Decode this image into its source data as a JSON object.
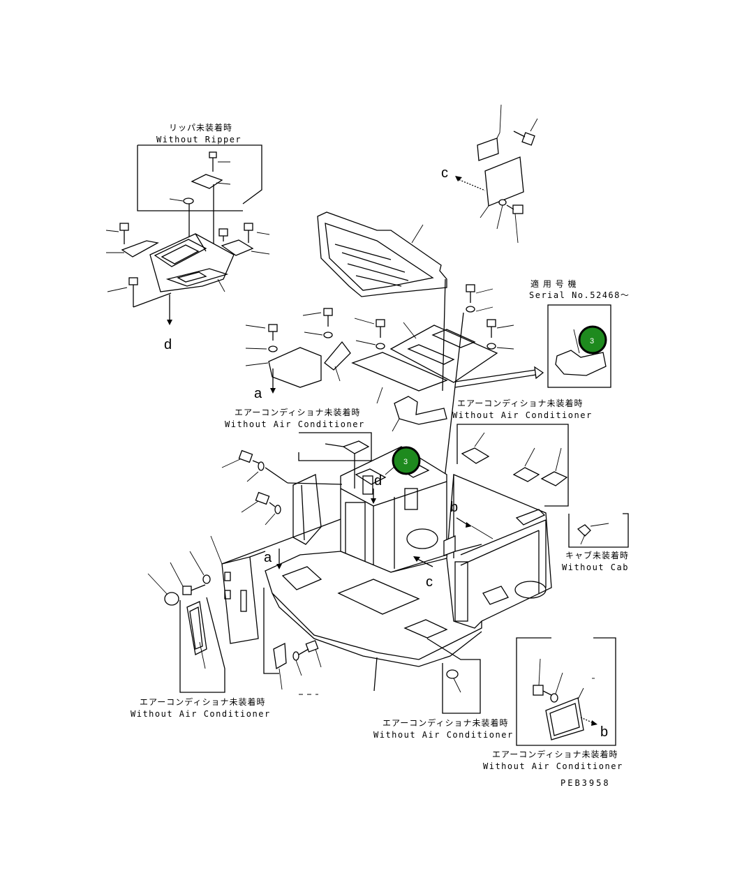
{
  "callouts": {
    "without_ripper_jp": "リッパ未装着時",
    "without_ripper_en": "Without Ripper",
    "serial_jp": "適 用 号 機",
    "serial_en": "Serial No.52468～",
    "without_ac_1_jp": "エアーコンディショナ未装着時",
    "without_ac_1_en": "Without Air Conditioner",
    "without_ac_2_jp": "エアーコンディショナ未装着時",
    "without_ac_2_en": "Without Air Conditioner",
    "without_cab_jp": "キャブ未装着時",
    "without_cab_en": "Without Cab",
    "without_ac_3_jp": "エアーコンディショナ未装着時",
    "without_ac_3_en": "Without Air Conditioner",
    "without_ac_4_jp": "エアーコンディショナ未装着時",
    "without_ac_4_en": "Without Air Conditioner",
    "without_ac_5_jp": "エアーコンディショナ未装着時",
    "without_ac_5_en": "Without Air Conditioner"
  },
  "refs": {
    "a": "a",
    "b": "b",
    "c": "c",
    "d": "d"
  },
  "badges": {
    "item_3": "3"
  },
  "drawing_number": "PEB3958",
  "colors": {
    "badge_fill": "#1e8a1e",
    "line": "#000000"
  }
}
